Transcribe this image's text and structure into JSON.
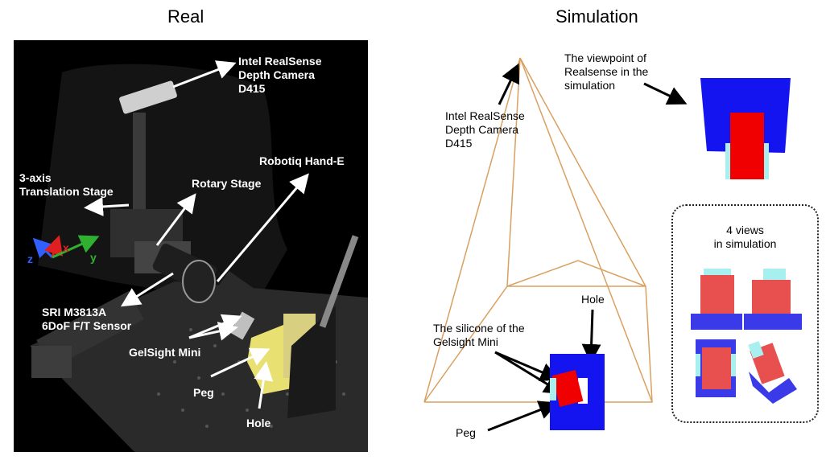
{
  "headings": {
    "real": "Real",
    "simulation": "Simulation"
  },
  "real_labels": {
    "camera": "Intel RealSense\nDepth Camera\nD415",
    "robotiq": "Robotiq Hand-E",
    "translation": "3-axis\nTranslation Stage",
    "rotary": "Rotary Stage",
    "sensor": "SRI M3813A\n6DoF F/T Sensor",
    "gelsight": "GelSight Mini",
    "peg": "Peg",
    "hole": "Hole"
  },
  "axes": {
    "z": "z",
    "x": "x",
    "y": "y"
  },
  "sim_labels": {
    "camera": "Intel RealSense\nDepth Camera\nD415",
    "viewpoint": "The viewpoint of\nRealsense in the\nsimulation",
    "hole": "Hole",
    "silicone": "The silicone of the\nGelsight Mini",
    "peg": "Peg",
    "views": "4 views\nin simulation"
  },
  "colors": {
    "sim_blue": "#1414f0",
    "sim_red": "#f00000",
    "silicone_cyan": "#a8f0f0",
    "frustum_orange": "#d9a060",
    "view_red": "#e85050",
    "view_blue": "#3a3ae8",
    "axis_z": "#3060ff",
    "axis_x": "#e02020",
    "axis_y": "#30b030"
  }
}
